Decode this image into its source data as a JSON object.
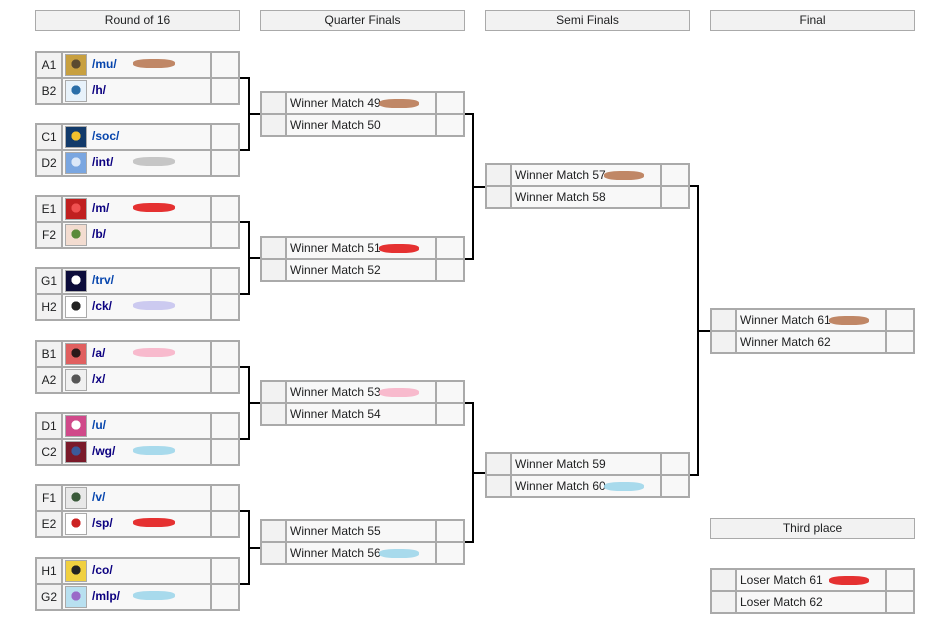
{
  "headers": [
    "Round of 16",
    "Quarter Finals",
    "Semi Finals",
    "Final",
    "Third place"
  ],
  "round_of_16": [
    {
      "seed": "A1",
      "team": "/mu/",
      "link": "blue",
      "icon": "music-board-icon",
      "icon_colors": [
        "#c8a040",
        "#5a4a30"
      ],
      "mark_color": "#b97a55"
    },
    {
      "seed": "B2",
      "team": "/h/",
      "link": "navy",
      "icon": "humanities-board-icon",
      "icon_colors": [
        "#e8f2fa",
        "#2a6ea8"
      ],
      "mark_color": null
    },
    {
      "seed": "C1",
      "team": "/soc/",
      "link": "blue",
      "icon": "social-board-icon",
      "icon_colors": [
        "#123a6a",
        "#f2c12e"
      ],
      "mark_color": null
    },
    {
      "seed": "D2",
      "team": "/int/",
      "link": "navy",
      "icon": "international-board-icon",
      "icon_colors": [
        "#7aa6e0",
        "#dce8f8"
      ],
      "mark_color": "#c0c0c0"
    },
    {
      "seed": "E1",
      "team": "/m/",
      "link": "navy",
      "icon": "mecha-board-icon",
      "icon_colors": [
        "#c02020",
        "#f05050"
      ],
      "mark_color": "#e21b1b"
    },
    {
      "seed": "F2",
      "team": "/b/",
      "link": "navy",
      "icon": "random-board-icon",
      "icon_colors": [
        "#f3dcd0",
        "#5a8a3a"
      ],
      "mark_color": null
    },
    {
      "seed": "G1",
      "team": "/trv/",
      "link": "blue",
      "icon": "travel-board-icon",
      "icon_colors": [
        "#0c0c3a",
        "#ffffff"
      ],
      "mark_color": null
    },
    {
      "seed": "H2",
      "team": "/ck/",
      "link": "navy",
      "icon": "cooking-board-icon",
      "icon_colors": [
        "#ffffff",
        "#222222"
      ],
      "mark_color": "#c7c4ee"
    },
    {
      "seed": "B1",
      "team": "/a/",
      "link": "navy",
      "icon": "anime-board-icon",
      "icon_colors": [
        "#e06060",
        "#2a1a1a"
      ],
      "mark_color": "#f7b3c8"
    },
    {
      "seed": "A2",
      "team": "/x/",
      "link": "navy",
      "icon": "paranormal-board-icon",
      "icon_colors": [
        "#f0f0f0",
        "#555555"
      ],
      "mark_color": null
    },
    {
      "seed": "D1",
      "team": "/u/",
      "link": "blue",
      "icon": "yuri-board-icon",
      "icon_colors": [
        "#d04a8a",
        "#ffffff"
      ],
      "mark_color": null
    },
    {
      "seed": "C2",
      "team": "/wg/",
      "link": "navy",
      "icon": "wallpapers-board-icon",
      "icon_colors": [
        "#7a1a2a",
        "#3a5a9a"
      ],
      "mark_color": "#9fd6ea"
    },
    {
      "seed": "F1",
      "team": "/v/",
      "link": "blue",
      "icon": "video-games-board-icon",
      "icon_colors": [
        "#e8e8e8",
        "#3a5a3a"
      ],
      "mark_color": null
    },
    {
      "seed": "E2",
      "team": "/sp/",
      "link": "navy",
      "icon": "sports-board-icon",
      "icon_colors": [
        "#ffffff",
        "#cc2222"
      ],
      "mark_color": "#e21b1b"
    },
    {
      "seed": "H1",
      "team": "/co/",
      "link": "navy",
      "icon": "comics-board-icon",
      "icon_colors": [
        "#f0d040",
        "#222222"
      ],
      "mark_color": null
    },
    {
      "seed": "G2",
      "team": "/mlp/",
      "link": "navy",
      "icon": "pony-board-icon",
      "icon_colors": [
        "#b8e0f0",
        "#9a6ac8"
      ],
      "mark_color": "#9fd6ea"
    }
  ],
  "quarter_finals": [
    {
      "team": "Winner Match 49",
      "mark_color": "#b97a55"
    },
    {
      "team": "Winner Match 50",
      "mark_color": "#ffffff"
    },
    {
      "team": "Winner Match 51",
      "mark_color": "#e21b1b"
    },
    {
      "team": "Winner Match 52",
      "mark_color": null
    },
    {
      "team": "Winner Match 53",
      "mark_color": "#f7b3c8"
    },
    {
      "team": "Winner Match 54",
      "mark_color": null
    },
    {
      "team": "Winner Match 55",
      "mark_color": "#ffffff"
    },
    {
      "team": "Winner Match 56",
      "mark_color": "#9fd6ea"
    }
  ],
  "semi_finals": [
    {
      "team": "Winner Match 57",
      "mark_color": "#b97a55"
    },
    {
      "team": "Winner Match 58",
      "mark_color": null
    },
    {
      "team": "Winner Match 59",
      "mark_color": null
    },
    {
      "team": "Winner Match 60",
      "mark_color": "#9fd6ea"
    }
  ],
  "final": [
    {
      "team": "Winner Match 61",
      "mark_color": "#b97a55"
    },
    {
      "team": "Winner Match 62",
      "mark_color": null
    }
  ],
  "third_place": [
    {
      "team": "Loser Match 61",
      "mark_color": "#e21b1b"
    },
    {
      "team": "Loser Match 62",
      "mark_color": null
    }
  ]
}
